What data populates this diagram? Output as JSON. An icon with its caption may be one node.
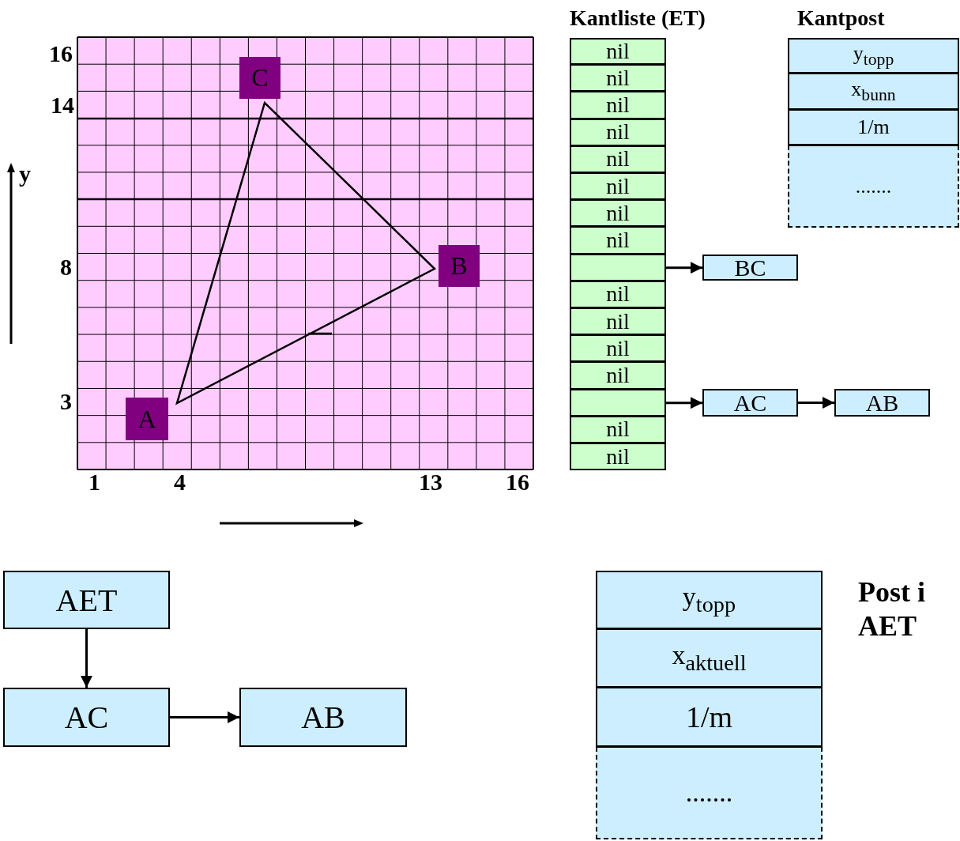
{
  "diagram": {
    "nodes": [
      {
        "text": [
          "A"
        ]
      },
      {
        "text": [
          "B"
        ]
      },
      {
        "text": [
          "C"
        ]
      },
      {
        "text": [
          "Kantliste (ET)"
        ]
      },
      {
        "text": [
          "nil"
        ],
        "in": 3
      },
      {
        "text": [
          "nil"
        ],
        "in": 3
      },
      {
        "text": [
          "nil"
        ],
        "in": 3
      },
      {
        "text": [
          "nil"
        ],
        "in": 3
      },
      {
        "text": [
          "nil"
        ],
        "in": 3
      },
      {
        "text": [
          "nil"
        ],
        "in": 3
      },
      {
        "text": [
          "nil"
        ],
        "in": 3
      },
      {
        "text": [
          "nil"
        ],
        "in": 3
      },
      {
        "text": [],
        "shape": "box",
        "in": 3
      },
      {
        "text": [
          "nil"
        ],
        "in": 3
      },
      {
        "text": [
          "nil"
        ],
        "in": 3
      },
      {
        "text": [
          "nil"
        ],
        "in": 3
      },
      {
        "text": [
          "nil"
        ],
        "in": 3
      },
      {
        "text": [],
        "shape": "box",
        "in": 3
      },
      {
        "text": [
          "nil"
        ],
        "in": 3
      },
      {
        "text": [
          "nil"
        ],
        "in": 3
      },
      {
        "text": [
          "Kantpost"
        ]
      },
      {
        "text": [
          "y$_{topp}$"
        ],
        "in": 20
      },
      {
        "text": [
          "x$_{bunn}$"
        ],
        "in": 20
      },
      {
        "text": [
          "1/m"
        ],
        "in": 20
      },
      {
        "text": [
          "......."
        ],
        "in": 20
      },
      {
        "text": [
          "BC"
        ]
      },
      {
        "text": [
          "AC"
        ]
      },
      {
        "text": [
          "AB"
        ]
      },
      {
        "text": [
          "AET"
        ]
      },
      {
        "text": [
          "AC"
        ]
      },
      {
        "text": [
          "AB"
        ]
      },
      {
        "text": [
          "Post i AET"
        ]
      },
      {
        "text": [
          "y$_{topp}$"
        ],
        "in": 31
      },
      {
        "text": [
          "x$_{aktuell}$"
        ],
        "in": 31
      },
      {
        "text": [
          "1/m"
        ],
        "in": 31
      },
      {
        "text": [
          "......."
        ],
        "in": 31
      }
    ],
    "edges": [
      {
        "from": 12,
        "to": 25,
        "arrow": "to"
      },
      {
        "from": 17,
        "to": 26,
        "arrow": "to"
      },
      {
        "from": 26,
        "to": 27,
        "arrow": "to"
      },
      {
        "from": 28,
        "to": 29,
        "arrow": "to"
      },
      {
        "from": 29,
        "to": 30,
        "arrow": "to"
      }
    ],
    "labels": [
      "16",
      "14",
      "y",
      "8",
      "3",
      "1",
      "4",
      "13",
      "16"
    ]
  }
}
